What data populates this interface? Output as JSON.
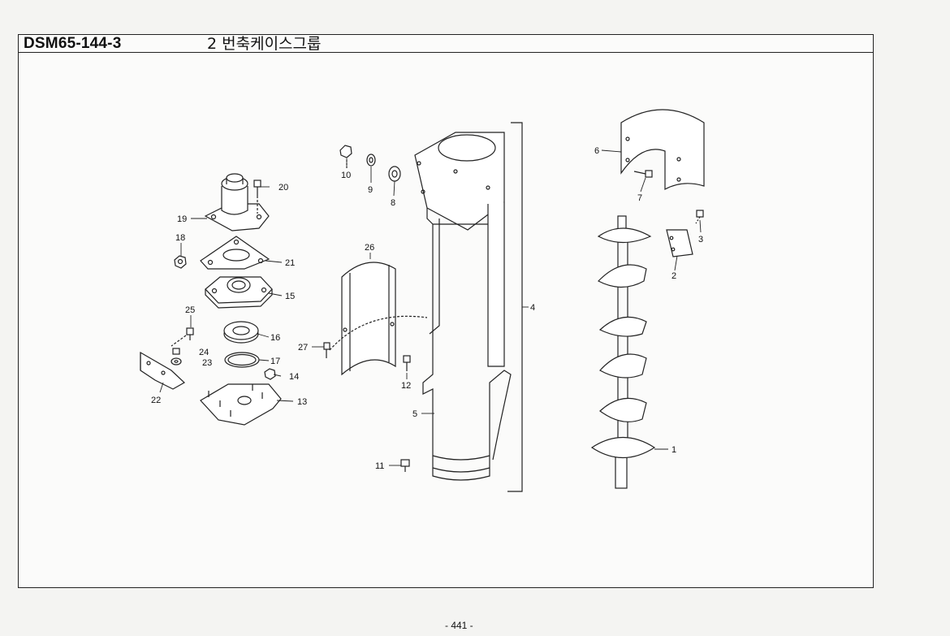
{
  "header": {
    "code": "DSM65-144-3",
    "title": "2 번축케이스그룹"
  },
  "callouts": {
    "c1": "1",
    "c2": "2",
    "c3": "3",
    "c4": "4",
    "c5": "5",
    "c6": "6",
    "c7": "7",
    "c8": "8",
    "c9": "9",
    "c10": "10",
    "c11": "11",
    "c12": "12",
    "c13": "13",
    "c14": "14",
    "c15": "15",
    "c16": "16",
    "c17": "17",
    "c18": "18",
    "c19": "19",
    "c20": "20",
    "c21": "21",
    "c22": "22",
    "c23": "23",
    "c24": "24",
    "c25": "25",
    "c26": "26",
    "c27": "27"
  },
  "footer": {
    "page": "- 441 -"
  }
}
